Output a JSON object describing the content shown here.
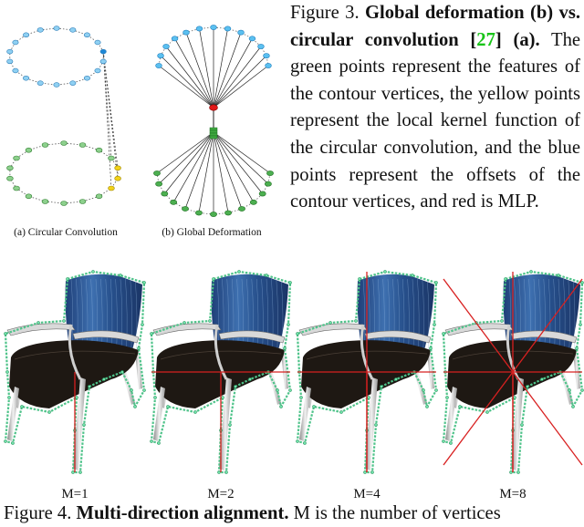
{
  "figure3": {
    "subfigure_a_label": "(a) Circular Convolution",
    "subfigure_b_label": "(b) Global Deformation",
    "caption_prefix": "Figure 3. ",
    "caption_bold_1": "Global deformation (b) vs. circular convolution [",
    "caption_ref": "27",
    "caption_bold_2": "] (a).",
    "caption_body": " The green points represent the features of the contour vertices, the yellow points represent the local kernel function of the circular convolution, and the blue points represent the offsets of the contour vertices, and red is MLP."
  },
  "figure4": {
    "panels": [
      {
        "label": "M=1",
        "m": 1
      },
      {
        "label": "M=2",
        "m": 2
      },
      {
        "label": "M=4",
        "m": 4
      },
      {
        "label": "M=8",
        "m": 8
      }
    ],
    "caption_prefix": "Figure 4. ",
    "caption_bold": "Multi-direction alignment.",
    "caption_body": " M is the number of vertices"
  },
  "colors": {
    "feature_green": "#3fa83f",
    "kernel_yellow": "#f2d21a",
    "offset_blue": "#2aa6e6",
    "mlp_red": "#e01818",
    "contour_green": "#4fc38a",
    "chair_blue": "#2f5c9a",
    "seat_dark": "#1e1813",
    "alignment_red": "#d82020",
    "ref_green": "#18c418"
  }
}
